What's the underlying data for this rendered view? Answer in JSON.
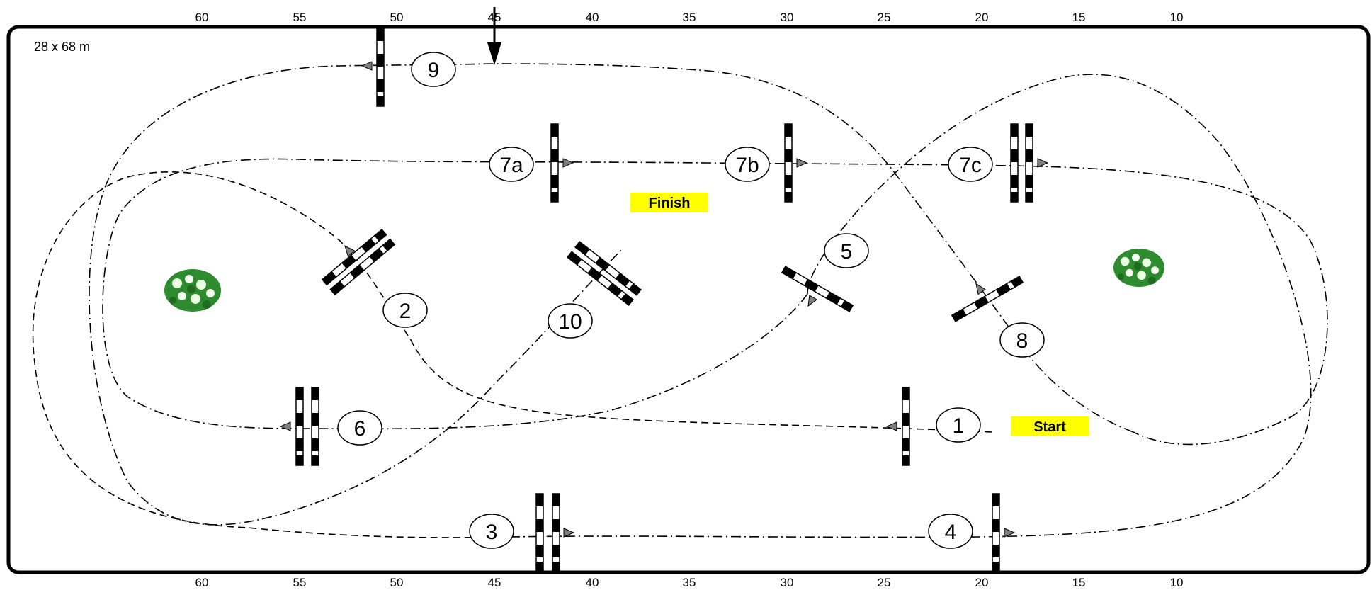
{
  "arena": {
    "size_label": "28 x 68 m",
    "scale_marks": [
      "60",
      "55",
      "50",
      "45",
      "40",
      "35",
      "30",
      "25",
      "20",
      "15",
      "10"
    ]
  },
  "markers": {
    "start_label": "Start",
    "finish_label": "Finish",
    "highlight_color": "#ffff00"
  },
  "obstacles": [
    {
      "id": "1",
      "label": "1"
    },
    {
      "id": "2",
      "label": "2"
    },
    {
      "id": "3",
      "label": "3"
    },
    {
      "id": "4",
      "label": "4"
    },
    {
      "id": "5",
      "label": "5"
    },
    {
      "id": "6",
      "label": "6"
    },
    {
      "id": "7a",
      "label": "7a"
    },
    {
      "id": "7b",
      "label": "7b"
    },
    {
      "id": "7c",
      "label": "7c"
    },
    {
      "id": "8",
      "label": "8"
    },
    {
      "id": "9",
      "label": "9"
    },
    {
      "id": "10",
      "label": "10"
    }
  ],
  "colors": {
    "pole_dark": "#000000",
    "pole_light": "#ffffff",
    "arrow": "#808080",
    "bush": "#2e8b2e"
  }
}
